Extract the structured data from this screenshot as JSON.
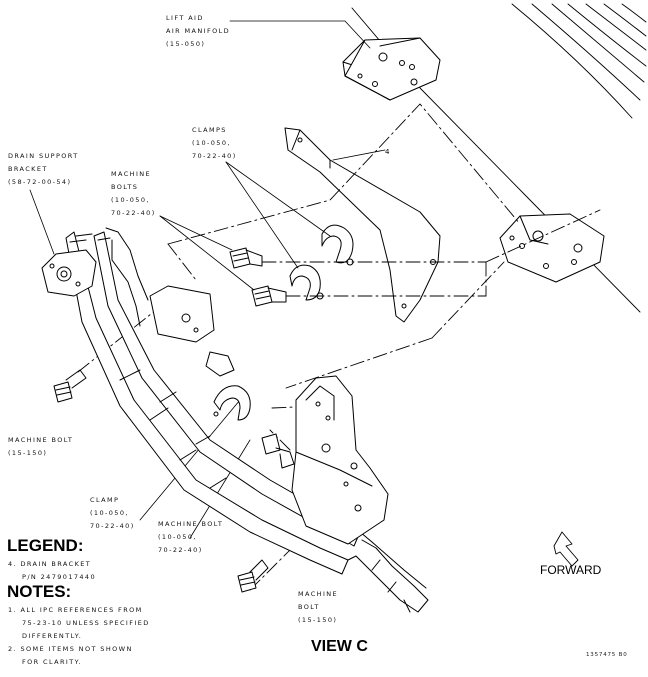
{
  "labels": {
    "lift_aid": [
      "LIFT AID",
      "AIR MANIFOLD",
      "(15-050)"
    ],
    "clamps_top": [
      "CLAMPS",
      "(10-050,",
      "70-22-40)"
    ],
    "drain_support": [
      "DRAIN SUPPORT",
      "BRACKET",
      "(58-72-00-54)"
    ],
    "machine_bolts_top": [
      "MACHINE",
      "BOLTS",
      "(10-050,",
      "70-22-40)"
    ],
    "machine_bolt_left": [
      "MACHINE BOLT",
      "(15-150)"
    ],
    "clamp_bottom": [
      "CLAMP",
      "(10-050,",
      "70-22-40)"
    ],
    "machine_bolt_mid": [
      "MACHINE BOLT",
      "(10-050,",
      "70-22-40)"
    ],
    "machine_bolt_bottom": [
      "MACHINE",
      "BOLT",
      "(15-150)"
    ]
  },
  "callout_number": "4",
  "legend": {
    "heading": "LEGEND:",
    "items": [
      "4. DRAIN BRACKET",
      "P/N 2479017440"
    ]
  },
  "notes": {
    "heading": "NOTES:",
    "items": [
      "1. ALL IPC REFERENCES FROM",
      "75-23-10 UNLESS SPECIFIED",
      "DIFFERENTLY.",
      "2. SOME ITEMS NOT SHOWN",
      "FOR CLARITY."
    ]
  },
  "view_title": "VIEW C",
  "forward_label": "FORWARD",
  "doc_number": "1357475 B0"
}
